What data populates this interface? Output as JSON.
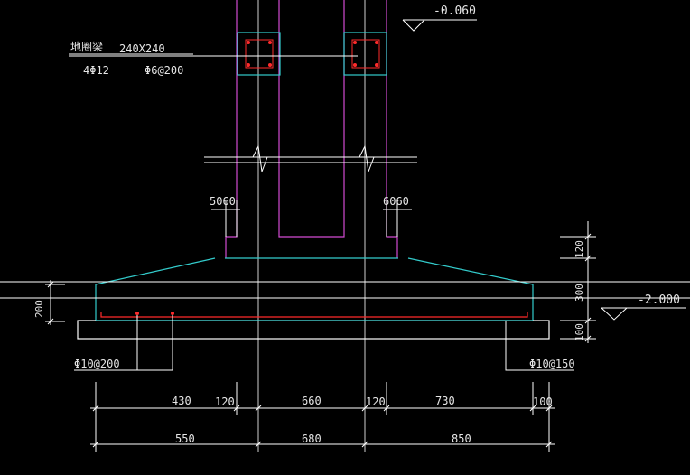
{
  "drawing": {
    "elevation_top": "-0.060",
    "elevation_bottom": "-2.000",
    "beam_name": "地圈梁",
    "beam_size": "240X240",
    "beam_rebar_main": "4Φ12",
    "beam_rebar_stirrup": "Φ6@200",
    "wall_label_left": "5060",
    "wall_label_right": "6060",
    "rebar_left": "Φ10@200",
    "rebar_right": "Φ10@150",
    "vertical_dims": [
      "120",
      "300",
      "100"
    ],
    "left_height": "200",
    "dims_row1": [
      "430",
      "120",
      "660",
      "120",
      "730",
      "100"
    ],
    "dims_row2": [
      "550",
      "680",
      "850"
    ]
  },
  "colors": {
    "background": "#000000",
    "outline": "#ffffff",
    "wall": "#d24bd2",
    "footing": "#33cccc",
    "rebar": "#ff2b2b",
    "dimension": "#ffffff",
    "text": "#e6e6e6"
  }
}
